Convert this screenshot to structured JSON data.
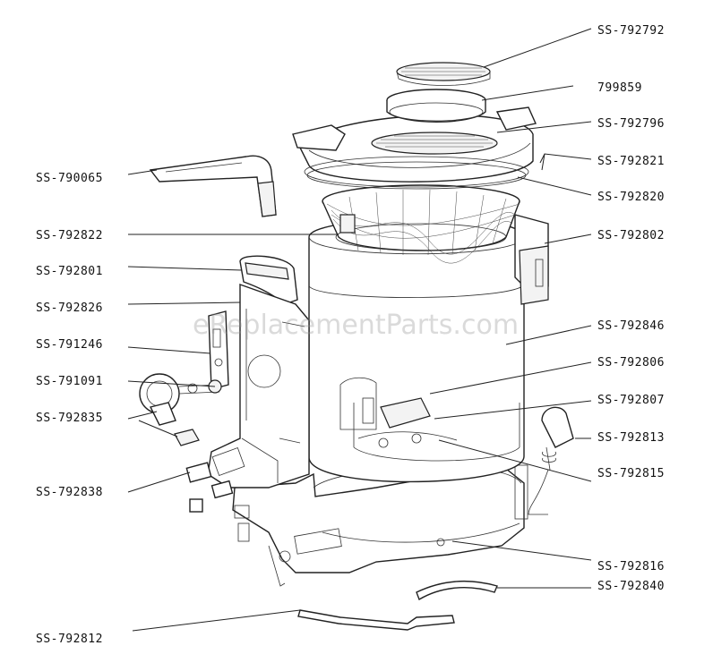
{
  "watermark": "eReplacementParts.com",
  "labels": {
    "right": [
      "SS-792792",
      "799859",
      "SS-792796",
      "SS-792821",
      "SS-792820",
      "SS-792802",
      "SS-792846",
      "SS-792806",
      "SS-792807",
      "SS-792813",
      "SS-792815",
      "SS-792816",
      "SS-792840"
    ],
    "left": [
      "SS-790065",
      "SS-792822",
      "SS-792801",
      "SS-792826",
      "SS-791246",
      "SS-791091",
      "SS-792835",
      "SS-792838",
      "SS-792812"
    ]
  }
}
